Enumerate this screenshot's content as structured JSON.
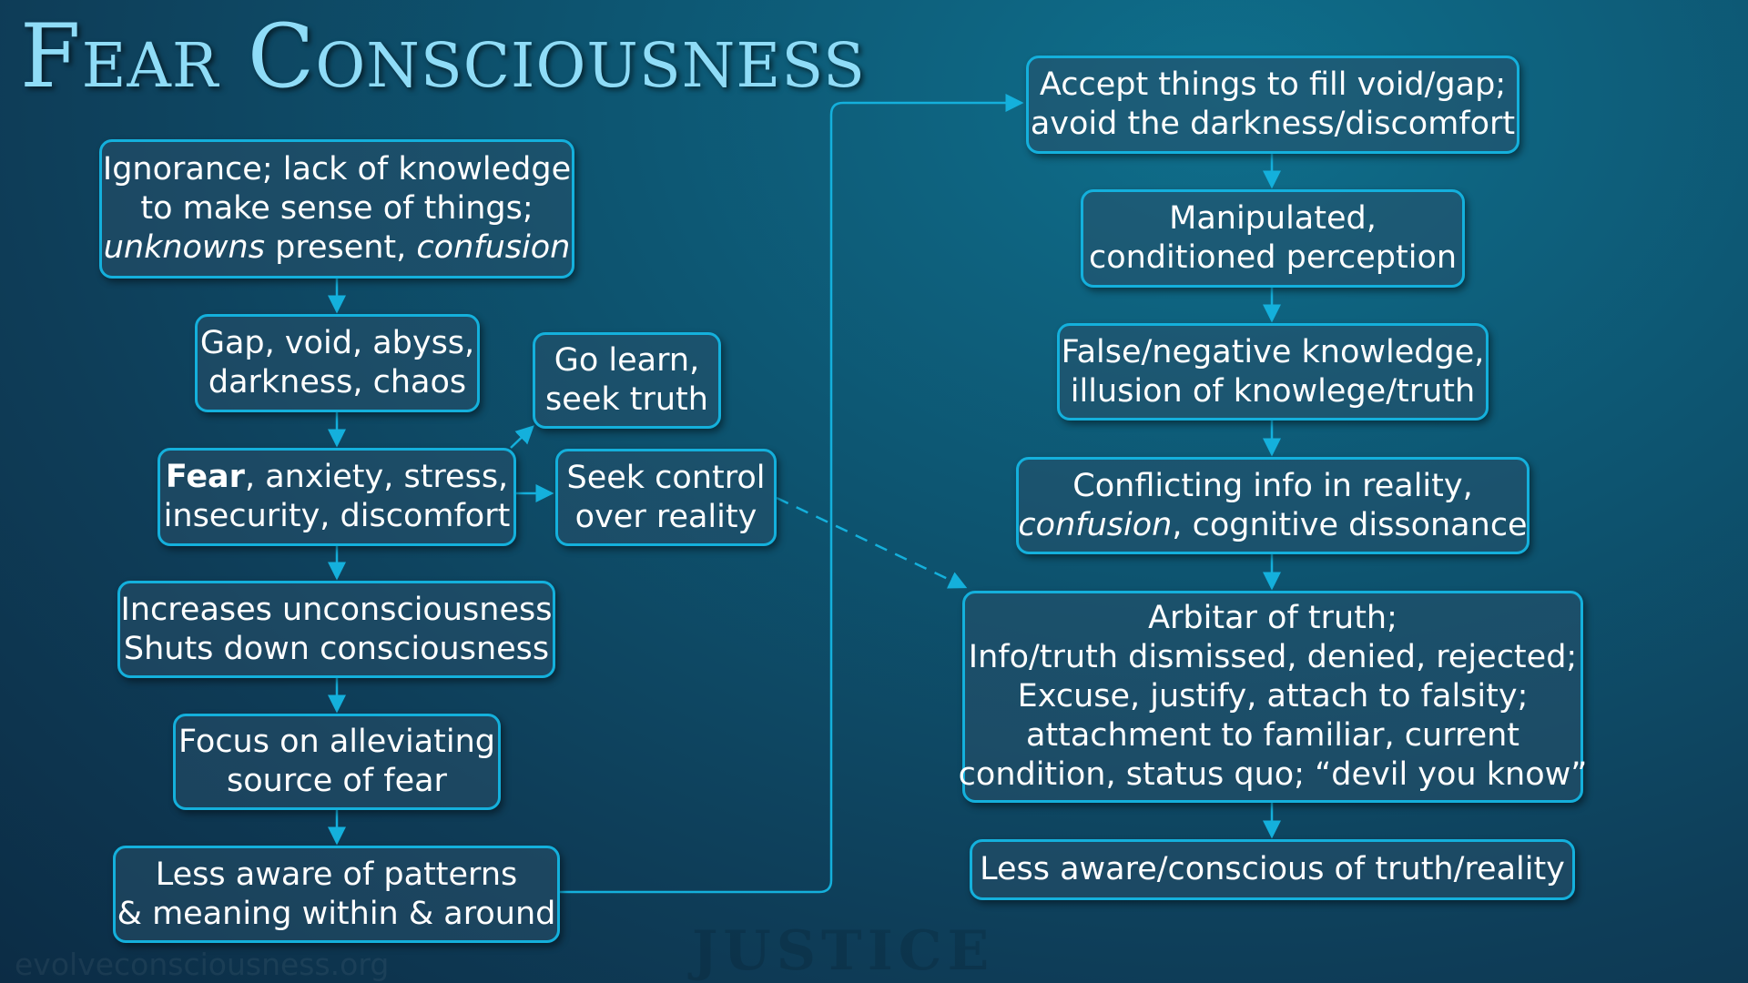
{
  "title": "Fear Consciousness",
  "watermark": "evolveconsciousness.org",
  "background_text": "JUSTICE",
  "colors": {
    "accent": "#14b0dc",
    "title": "#8fdcf7"
  },
  "left": {
    "b1": {
      "l1": "Ignorance; lack of knowledge",
      "l2": "to make sense of things;",
      "l3a": "unknowns",
      "l3b": " present, ",
      "l3c": "confusion"
    },
    "b2": {
      "l1": "Gap, void, abyss,",
      "l2": "darkness, chaos"
    },
    "b3": {
      "l1a": "Fear",
      "l1b": ", anxiety, stress,",
      "l2": "insecurity, discomfort"
    },
    "b4": {
      "l1": "Increases unconsciousness",
      "l2": "Shuts down consciousness"
    },
    "b5": {
      "l1": "Focus on alleviating",
      "l2": "source of fear"
    },
    "b6": {
      "l1": "Less aware of patterns",
      "l2": "& meaning within & around"
    }
  },
  "middle": {
    "learn": {
      "l1": "Go learn,",
      "l2": "seek truth"
    },
    "control": {
      "l1": "Seek control",
      "l2": "over reality"
    }
  },
  "right": {
    "r1": {
      "l1": "Accept things to fill void/gap;",
      "l2": "avoid the darkness/discomfort"
    },
    "r2": {
      "l1": "Manipulated,",
      "l2": "conditioned perception"
    },
    "r3": {
      "l1": "False/negative knowledge,",
      "l2": "illusion of knowlege/truth"
    },
    "r4": {
      "l1": "Conflicting info in reality,",
      "l2a": "confusion",
      "l2b": ", cognitive dissonance"
    },
    "r5": {
      "l1": "Arbitar of truth;",
      "l2": "Info/truth dismissed, denied, rejected;",
      "l3": "Excuse, justify, attach to falsity;",
      "l4": "attachment to familiar, current",
      "l5": "condition, status quo; “devil you know”"
    },
    "r6": {
      "l1": "Less aware/conscious of truth/reality"
    }
  }
}
